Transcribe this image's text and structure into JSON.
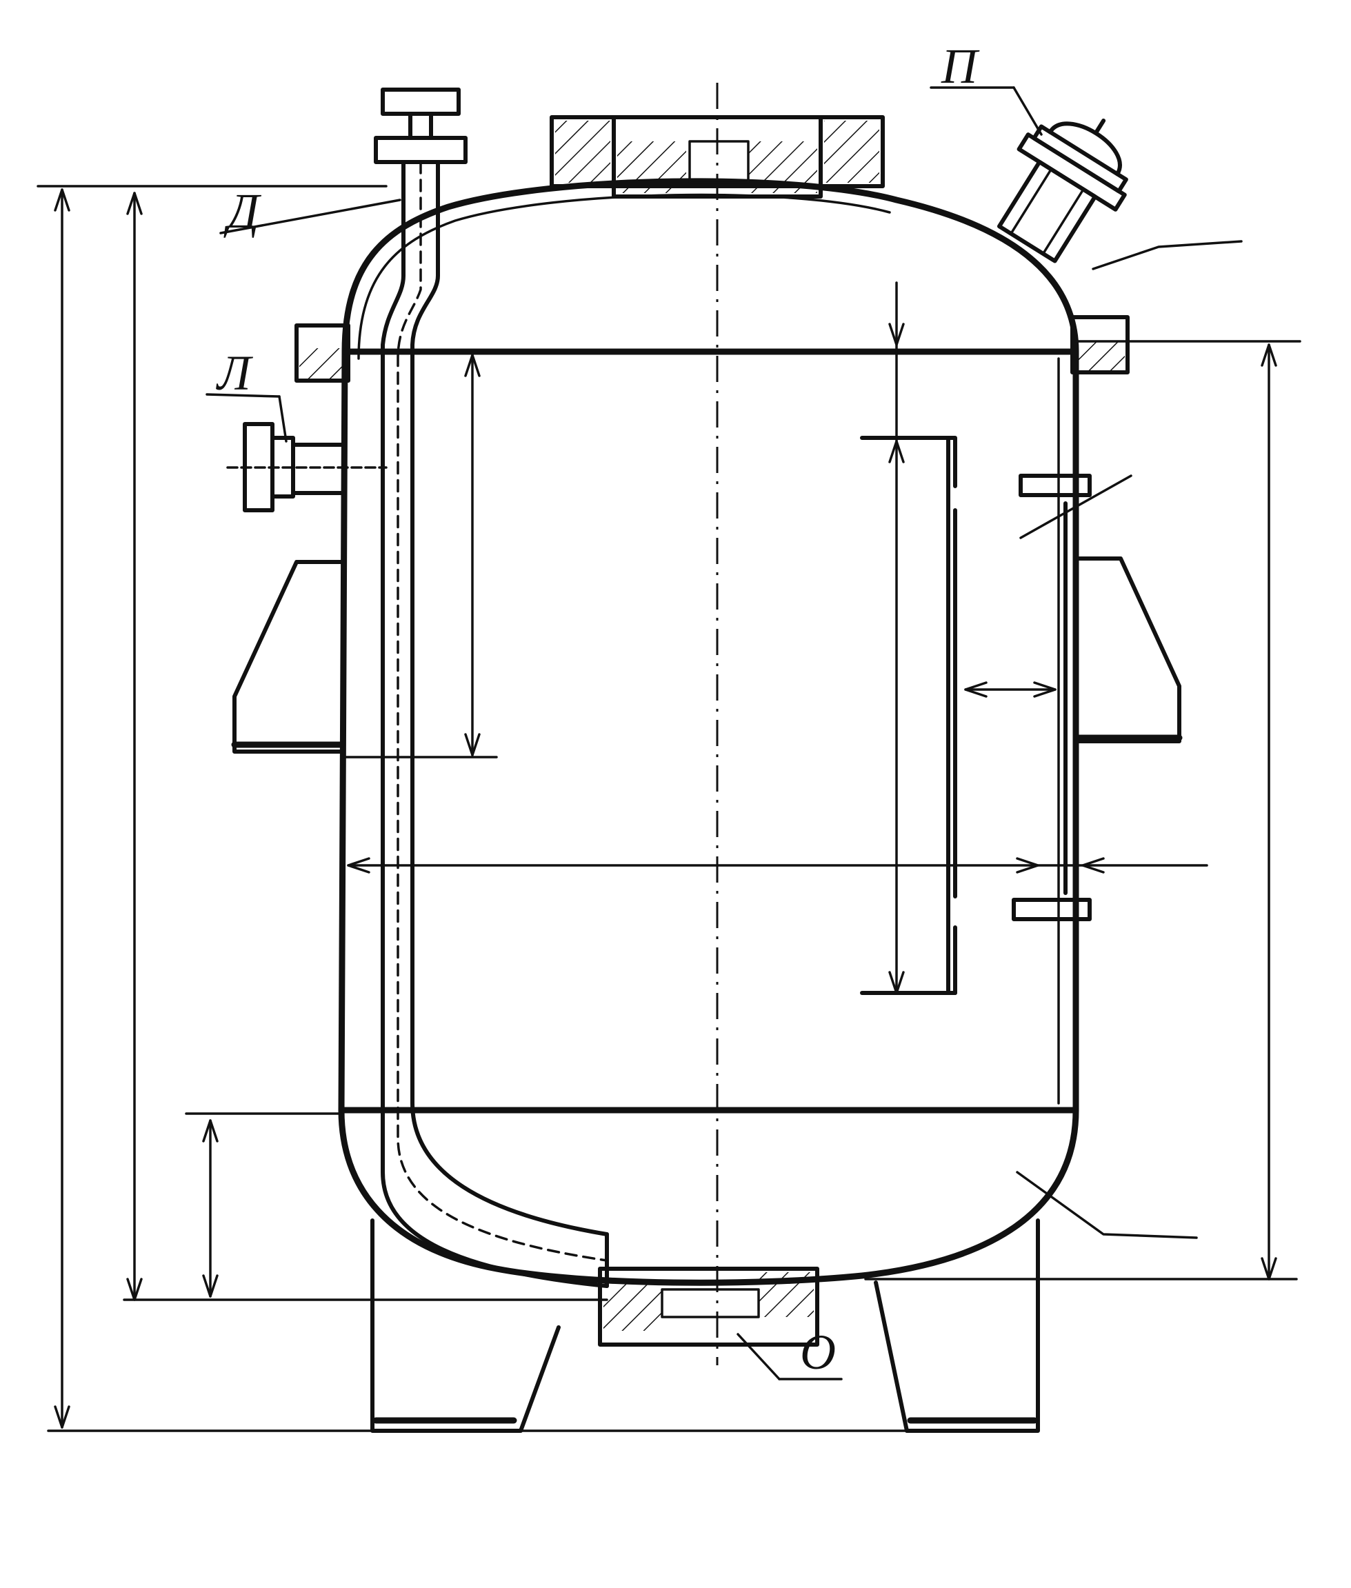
{
  "labels": {
    "top_left_pipe": "Д",
    "side_nozzle": "Л",
    "top_right_nozzle": "П",
    "bottom_nozzle": "О"
  },
  "colors": {
    "ink": "#111111",
    "paper": "#ffffff"
  }
}
